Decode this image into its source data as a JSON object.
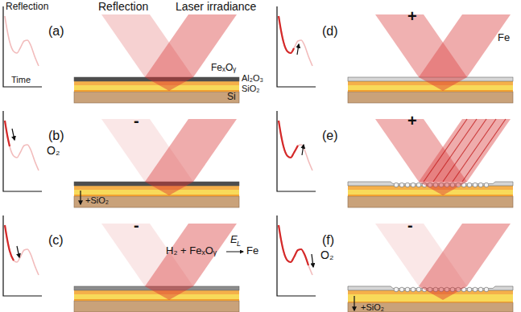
{
  "diagram": {
    "labels": [
      "Reflection",
      "Time",
      "Reflection",
      "Laser irradiance",
      "(a)",
      "FeₓOᵧ",
      "Al₂O₃",
      "SiO₂",
      "Si",
      "(b)",
      "O₂",
      "-",
      "+SiO₂",
      "(c)",
      "-",
      "H₂ + FeₓOᵧ",
      "E",
      "L",
      "Fe",
      "(d)",
      "+",
      "Fe",
      "(e)",
      "+",
      "(f)",
      "O₂",
      "-",
      "+SiO₂"
    ]
  }
}
